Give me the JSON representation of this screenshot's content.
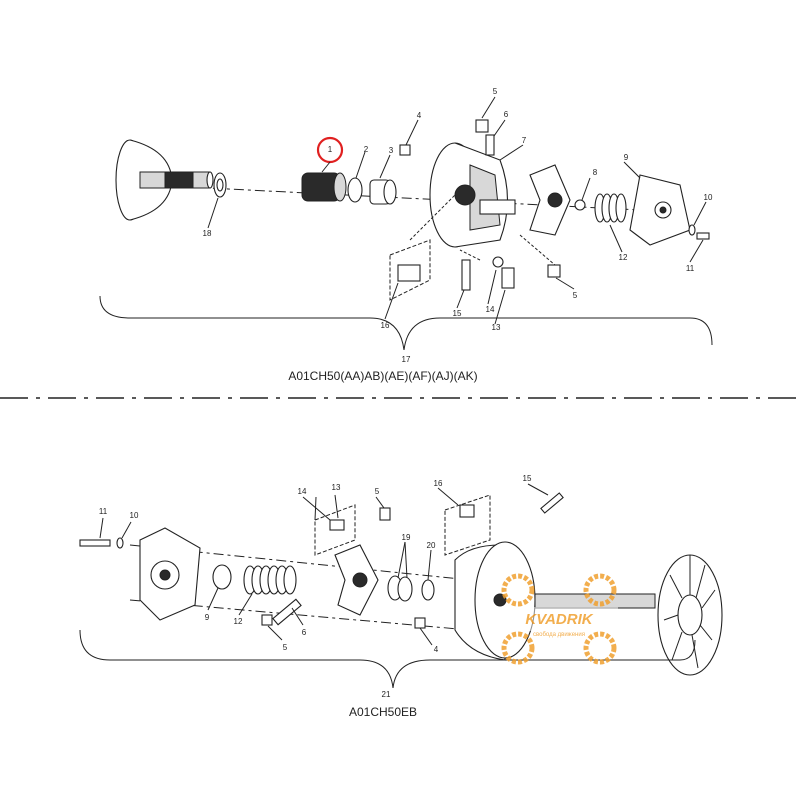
{
  "top_diagram": {
    "model_code": "A01CH50(AA)AB)(AE)(AF)(AJ)(AK)",
    "assembly_callout": "17",
    "highlighted_callout": "1",
    "highlight_color": "#e02020",
    "callouts": [
      "1",
      "2",
      "3",
      "4",
      "5",
      "6",
      "7",
      "8",
      "9",
      "10",
      "11",
      "12",
      "13",
      "14",
      "15",
      "16",
      "18",
      "5"
    ]
  },
  "bottom_diagram": {
    "model_code": "A01CH50EB",
    "assembly_callout": "21",
    "callouts": [
      "11",
      "10",
      "9",
      "12",
      "6",
      "5",
      "14",
      "13",
      "5",
      "19",
      "20",
      "4",
      "16",
      "15"
    ]
  },
  "watermark": {
    "brand": "KVADRIK",
    "tagline": "свобода движения",
    "color": "#f0a030"
  }
}
